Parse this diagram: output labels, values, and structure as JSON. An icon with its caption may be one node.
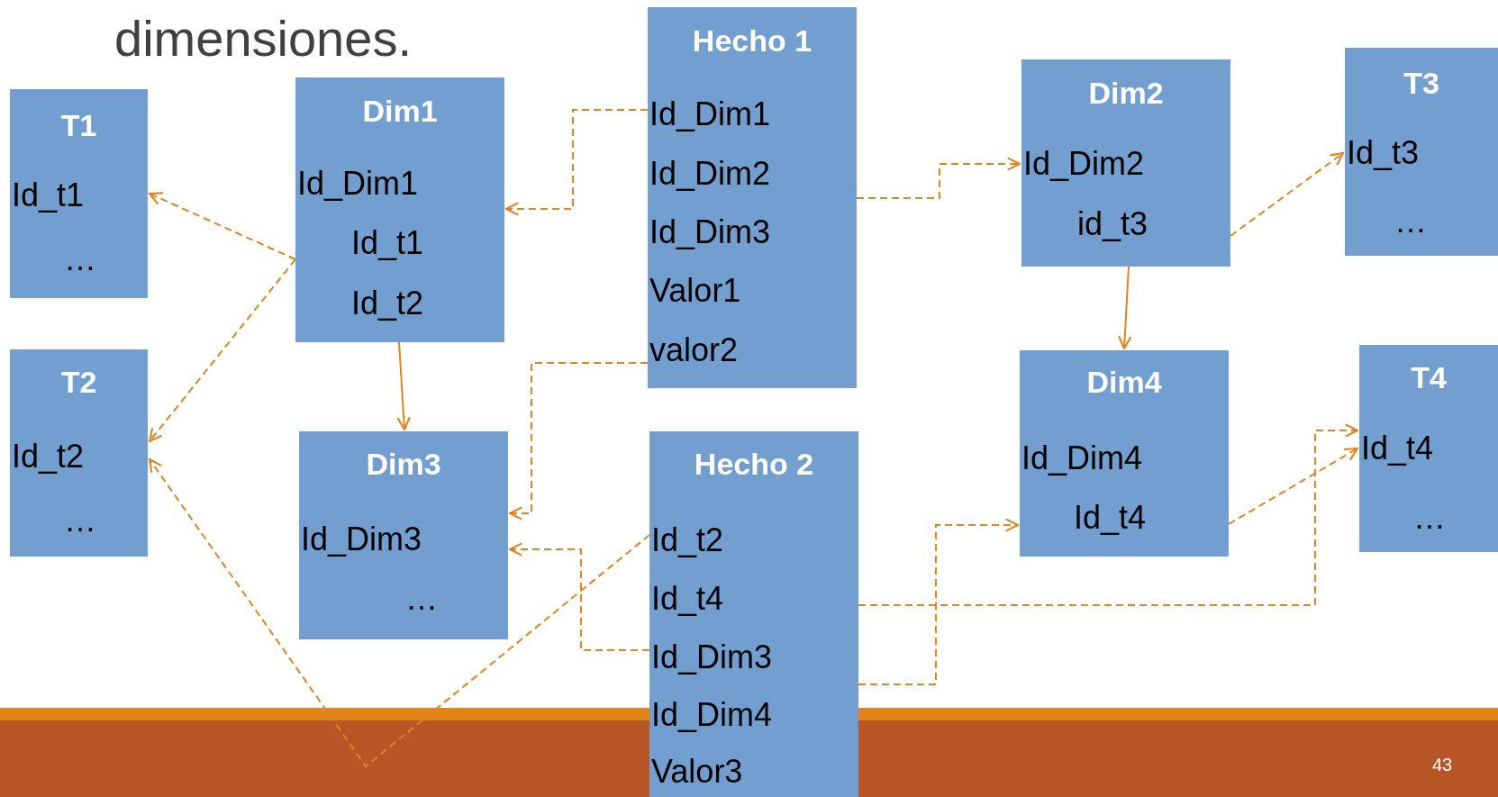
{
  "diagram": {
    "nodes": [
      {
        "text": [
          "T1",
          "Id_t1",
          "…"
        ]
      },
      {
        "text": [
          "Dim1",
          "Id_Dim1",
          "Id_t1",
          "Id_t2"
        ]
      },
      {
        "text": [
          "Hecho 1",
          "Id_Dim1",
          "Id_Dim2",
          "Id_Dim3",
          "Valor1",
          "valor2"
        ]
      },
      {
        "text": [
          "Dim2",
          "Id_Dim2",
          "id_t3"
        ]
      },
      {
        "text": [
          "T3",
          "Id_t3",
          "…"
        ]
      },
      {
        "text": [
          "T2",
          "Id_t2",
          "…"
        ]
      },
      {
        "text": [
          "Dim3",
          "Id_Dim3",
          "…"
        ]
      },
      {
        "text": [
          "Hecho 2",
          "Id_t2",
          "Id_t4",
          "Id_Dim3",
          "Id_Dim4",
          "Valor3"
        ]
      },
      {
        "text": [
          "Dim4",
          "Id_Dim4",
          "Id_t4"
        ]
      },
      {
        "text": [
          "T4",
          "Id_t4",
          "…"
        ]
      }
    ],
    "edges": [
      {
        "from": 2,
        "to": 1,
        "arrow": "to",
        "style": "dashed"
      },
      {
        "from": 2,
        "to": 3,
        "arrow": "to",
        "style": "dashed"
      },
      {
        "from": 2,
        "to": 6,
        "arrow": "to",
        "style": "dashed"
      },
      {
        "from": 1,
        "to": 0,
        "arrow": "to",
        "style": "dashed"
      },
      {
        "from": 1,
        "to": 5,
        "arrow": "to",
        "style": "dashed"
      },
      {
        "from": 1,
        "to": 6,
        "arrow": "to"
      },
      {
        "from": 3,
        "to": 4,
        "arrow": "to",
        "style": "dashed"
      },
      {
        "from": 3,
        "to": 8,
        "arrow": "to"
      },
      {
        "from": 8,
        "to": 9,
        "arrow": "to",
        "style": "dashed"
      },
      {
        "from": 7,
        "to": 9,
        "arrow": "to",
        "style": "dashed"
      },
      {
        "from": 7,
        "to": 6,
        "arrow": "to",
        "style": "dashed"
      },
      {
        "from": 7,
        "to": 8,
        "arrow": "to",
        "style": "dashed"
      },
      {
        "from": 7,
        "to": 5,
        "arrow": "to",
        "style": "dashed"
      }
    ],
    "labels": [
      "dimensiones.",
      "43"
    ]
  }
}
